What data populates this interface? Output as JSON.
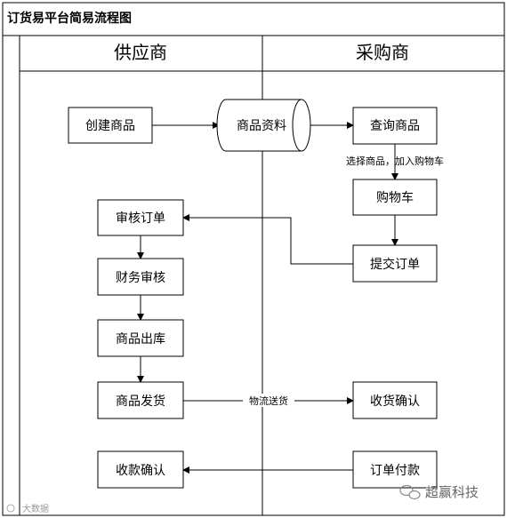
{
  "title": "订货易平台简易流程图",
  "lanes": {
    "supplier": "供应商",
    "buyer": "采购商"
  },
  "nodes": {
    "create_product": "创建商品",
    "product_data": "商品资料",
    "query_product": "查询商品",
    "cart": "购物车",
    "submit_order": "提交订单",
    "review_order": "审核订单",
    "finance_review": "财务审核",
    "product_outbound": "商品出库",
    "product_ship": "商品发货",
    "receipt_confirm": "收货确认",
    "order_payment": "订单付款",
    "payment_confirm": "收款确认"
  },
  "edges": {
    "select_add_cart": "选择商品，加入购物车",
    "logistics_delivery": "物流送货"
  },
  "watermarks": {
    "left": "大数据",
    "right": "超赢科技"
  }
}
